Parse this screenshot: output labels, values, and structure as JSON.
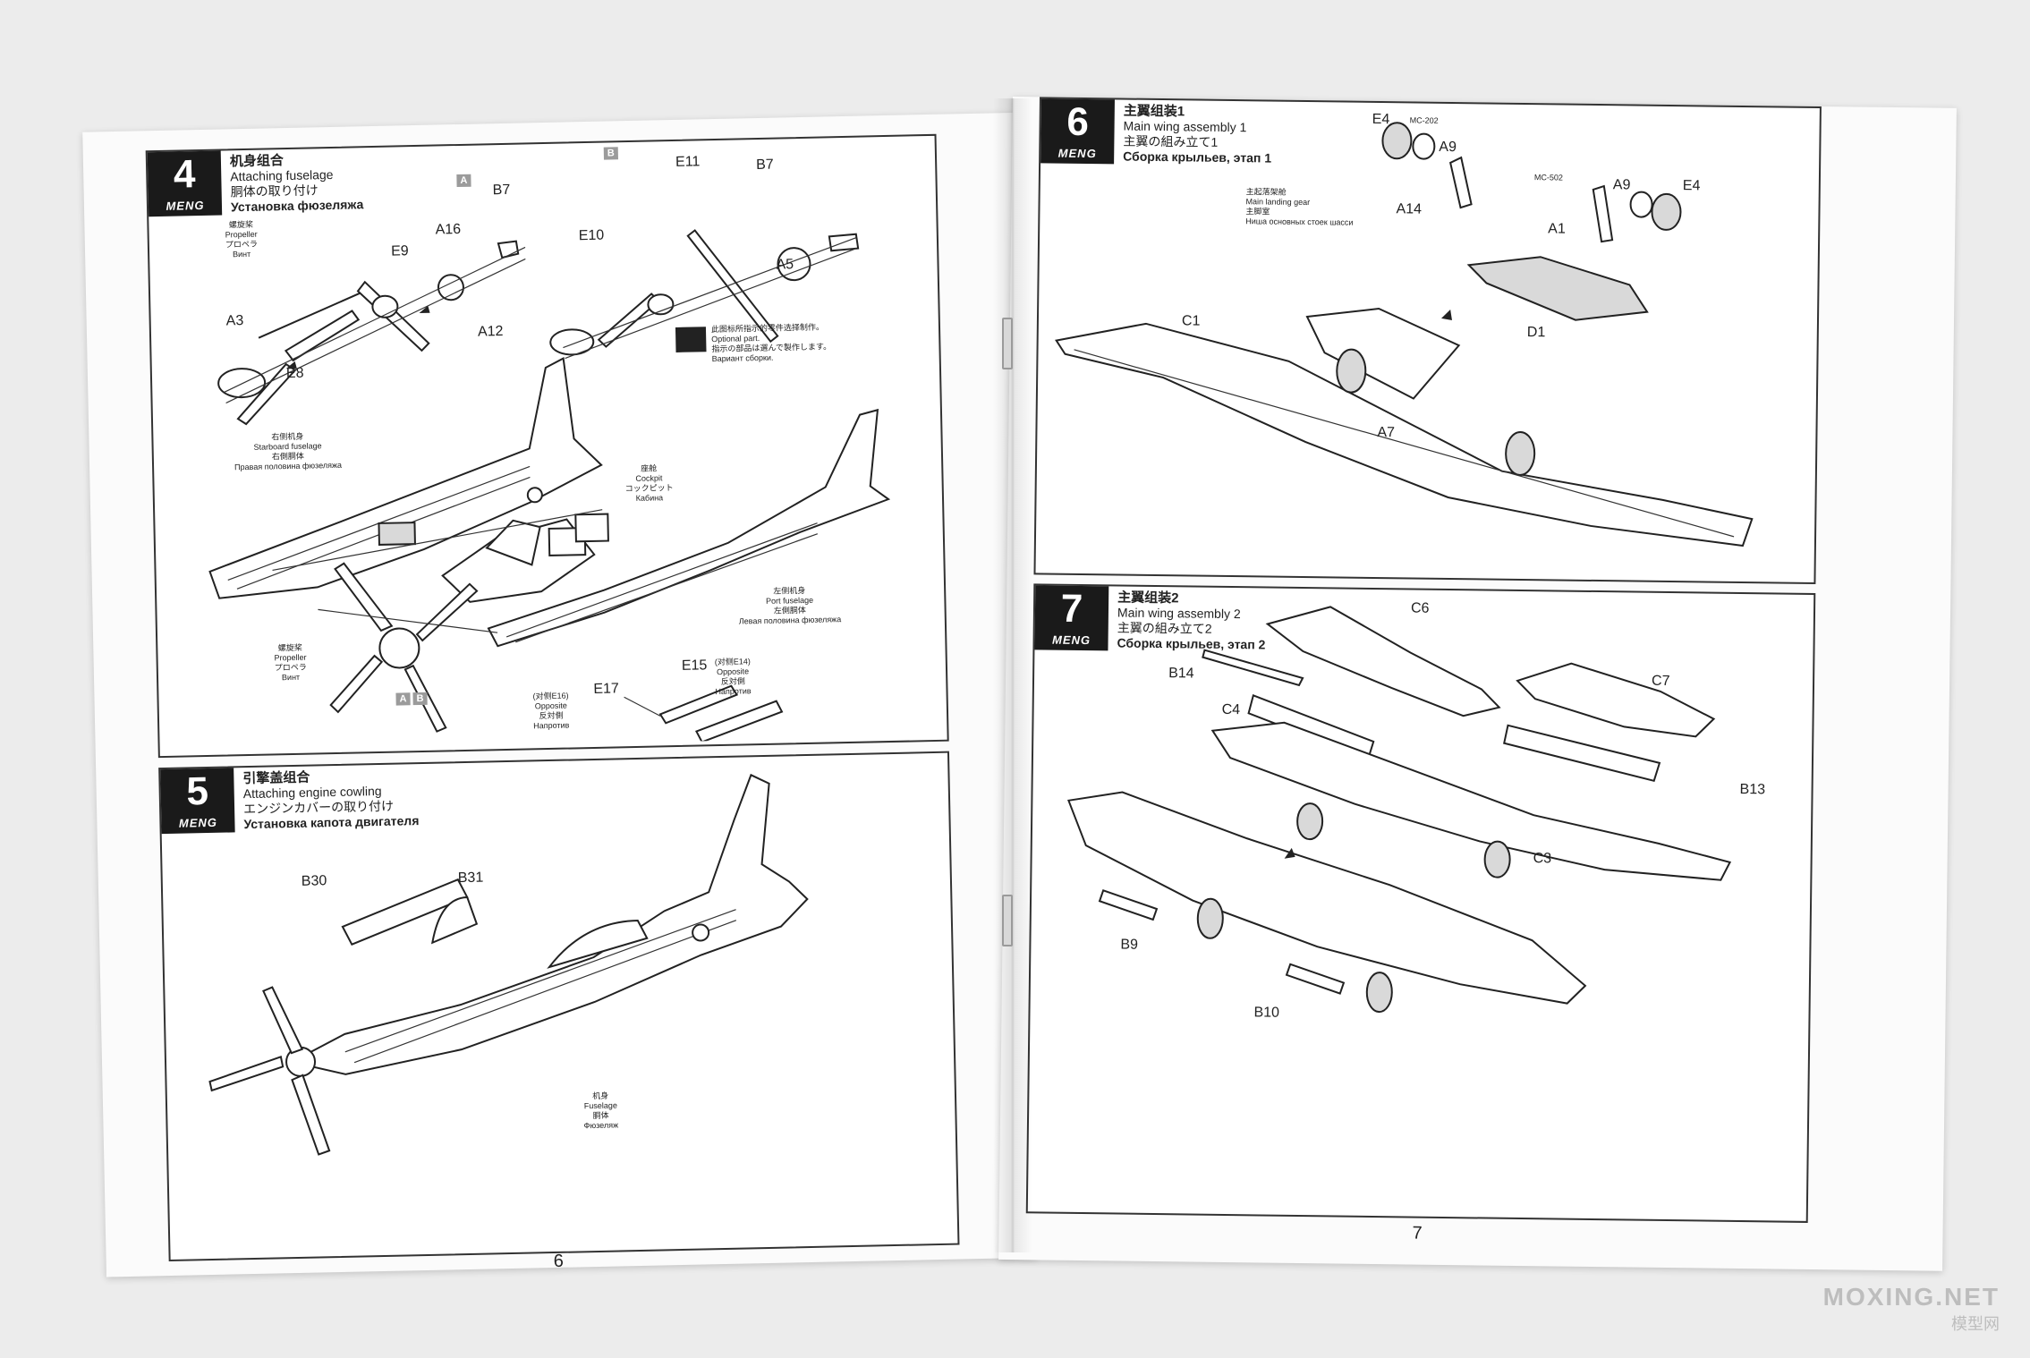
{
  "left_page": {
    "page_number": "6",
    "step4": {
      "number": "4",
      "brand": "MENG",
      "title_zh": "机身组合",
      "title_en": "Attaching fuselage",
      "title_ja": "胴体の取り付け",
      "title_ru": "Установка фюзеляжа",
      "propeller_note": {
        "zh": "螺旋桨",
        "en": "Propeller",
        "ja": "プロペラ",
        "ru": "Винт"
      },
      "optional_note": {
        "zh": "此图标所指示的零件选择制作。",
        "en": "Optional part.",
        "ja": "指示の部品は選んで製作します。",
        "ru": "Вариант сборки."
      },
      "starboard_note": {
        "zh": "右侧机身",
        "en": "Starboard fuselage",
        "ja": "右側胴体",
        "ru": "Правая половина фюзеляжа"
      },
      "cockpit_note": {
        "zh": "座舱",
        "en": "Cockpit",
        "ja": "コックピット",
        "ru": "Кабина"
      },
      "port_note": {
        "zh": "左侧机身",
        "en": "Port fuselage",
        "ja": "左側胴体",
        "ru": "Левая половина фюзеляжа"
      },
      "propeller_note2": {
        "zh": "螺旋桨",
        "en": "Propeller",
        "ja": "プロペラ",
        "ru": "Винт"
      },
      "opposite_e16": {
        "zh": "(对侧E16)",
        "en": "Opposite",
        "ja": "反対側",
        "ru": "Напротив"
      },
      "opposite_e14": {
        "zh": "(对侧E14)",
        "en": "Opposite",
        "ja": "反対側",
        "ru": "Напротив"
      },
      "letters": {
        "a": "A",
        "b": "B"
      },
      "parts": {
        "B7a": "B7",
        "A16": "A16",
        "E9": "E9",
        "A3": "A3",
        "E8": "E8",
        "E10": "E10",
        "A12": "A12",
        "E11": "E11",
        "B7b": "B7",
        "A5": "A5",
        "E15": "E15",
        "E17": "E17"
      }
    },
    "step5": {
      "number": "5",
      "brand": "MENG",
      "title_zh": "引擎盖组合",
      "title_en": "Attaching engine cowling",
      "title_ja": "エンジンカバーの取り付け",
      "title_ru": "Установка капота двигателя",
      "fuselage_note": {
        "zh": "机身",
        "en": "Fuselage",
        "ja": "胴体",
        "ru": "Фюзеляж"
      },
      "parts": {
        "B30": "B30",
        "B31": "B31"
      }
    }
  },
  "right_page": {
    "page_number": "7",
    "step6": {
      "number": "6",
      "brand": "MENG",
      "title_zh": "主翼组装1",
      "title_en": "Main wing assembly 1",
      "title_ja": "主翼の組み立て1",
      "title_ru": "Сборка крыльев, этап 1",
      "gear_note": {
        "zh": "主起落架舱",
        "en": "Main landing gear",
        "ja": "主脚室",
        "ru": "Ниша основных стоек шасси"
      },
      "paint1": "MC-202",
      "paint2": "MC-502",
      "parts": {
        "E4a": "E4",
        "A9a": "A9",
        "A14": "A14",
        "A9b": "A9",
        "E4b": "E4",
        "A1": "A1",
        "D1": "D1",
        "C1": "C1",
        "A7": "A7"
      }
    },
    "step7": {
      "number": "7",
      "brand": "MENG",
      "title_zh": "主翼组装2",
      "title_en": "Main wing assembly 2",
      "title_ja": "主翼の組み立て2",
      "title_ru": "Сборка крыльев, этап 2",
      "parts": {
        "C6": "C6",
        "B14": "B14",
        "C4": "C4",
        "C7": "C7",
        "B13": "B13",
        "C3": "C3",
        "B9": "B9",
        "B10": "B10"
      }
    }
  },
  "watermark": {
    "line1": "MOXING.NET",
    "line2": "模型网"
  }
}
